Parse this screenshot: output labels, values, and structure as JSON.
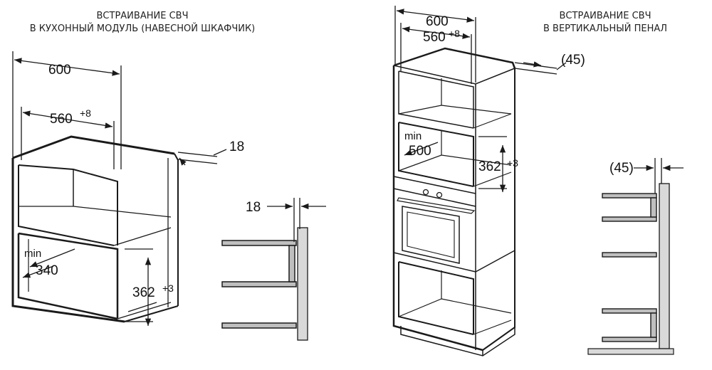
{
  "captions": {
    "left_line1": "ВСТРАИВАНИЕ СВЧ",
    "left_line2": "В КУХОННЫЙ МОДУЛЬ (НАВЕСНОЙ ШКАФЧИК)",
    "right_line1": "ВСТРАИВАНИЕ СВЧ",
    "right_line2": "В ВЕРТИКАЛЬНЫЙ ПЕНАЛ"
  },
  "wall_cabinet": {
    "width": "600",
    "inner_width": "560",
    "inner_width_tol": "+8",
    "panel_thickness": "18",
    "min_label": "min",
    "min_depth": "340",
    "niche_height": "362",
    "niche_height_tol": "+3"
  },
  "wall_side": {
    "panel_thickness": "18"
  },
  "tall_cabinet": {
    "width": "600",
    "inner_width": "560",
    "inner_width_tol": "+8",
    "gap": "(45)",
    "min_label": "min",
    "min_depth": "500",
    "niche_height": "362",
    "niche_height_tol": "+3"
  },
  "tall_side": {
    "gap": "(45)"
  },
  "colors": {
    "line": "#1a1a1a",
    "wall_fill": "#d9d9d9",
    "panel_fill": "#bfbfbf"
  }
}
